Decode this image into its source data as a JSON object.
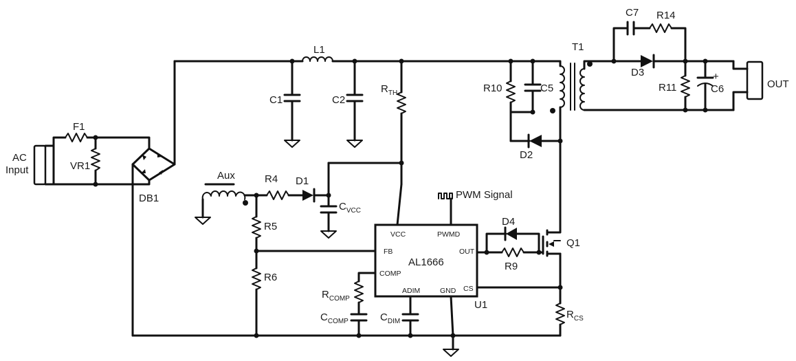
{
  "labels": {
    "ac_input_line1": "AC",
    "ac_input_line2": "Input",
    "f1": "F1",
    "vr1": "VR1",
    "db1": "DB1",
    "l1": "L1",
    "c1": "C1",
    "c2": "C2",
    "rth_main": "R",
    "rth_sub": "TH",
    "aux": "Aux",
    "r4": "R4",
    "d1": "D1",
    "cvcc_main": "C",
    "cvcc_sub": "VCC",
    "r5": "R5",
    "r6": "R6",
    "rcomp_main": "R",
    "rcomp_sub": "COMP",
    "ccomp_main": "C",
    "ccomp_sub": "COMP",
    "cdim_main": "C",
    "cdim_sub": "DIM",
    "pwm_signal": "PWM Signal",
    "d4": "D4",
    "r9": "R9",
    "q1": "Q1",
    "rcs_main": "R",
    "rcs_sub": "CS",
    "u1": "U1",
    "r10": "R10",
    "c5": "C5",
    "d2": "D2",
    "t1": "T1",
    "c7": "C7",
    "r14": "R14",
    "d3": "D3",
    "r11": "R11",
    "c6": "C6",
    "c6_polarity": "+",
    "out": "OUT"
  },
  "ic": {
    "name": "AL1666",
    "pins": {
      "vcc": "VCC",
      "pwmd": "PWMD",
      "fb": "FB",
      "out": "OUT",
      "comp": "COMP",
      "adim": "ADIM",
      "gnd": "GND",
      "cs": "CS"
    }
  }
}
